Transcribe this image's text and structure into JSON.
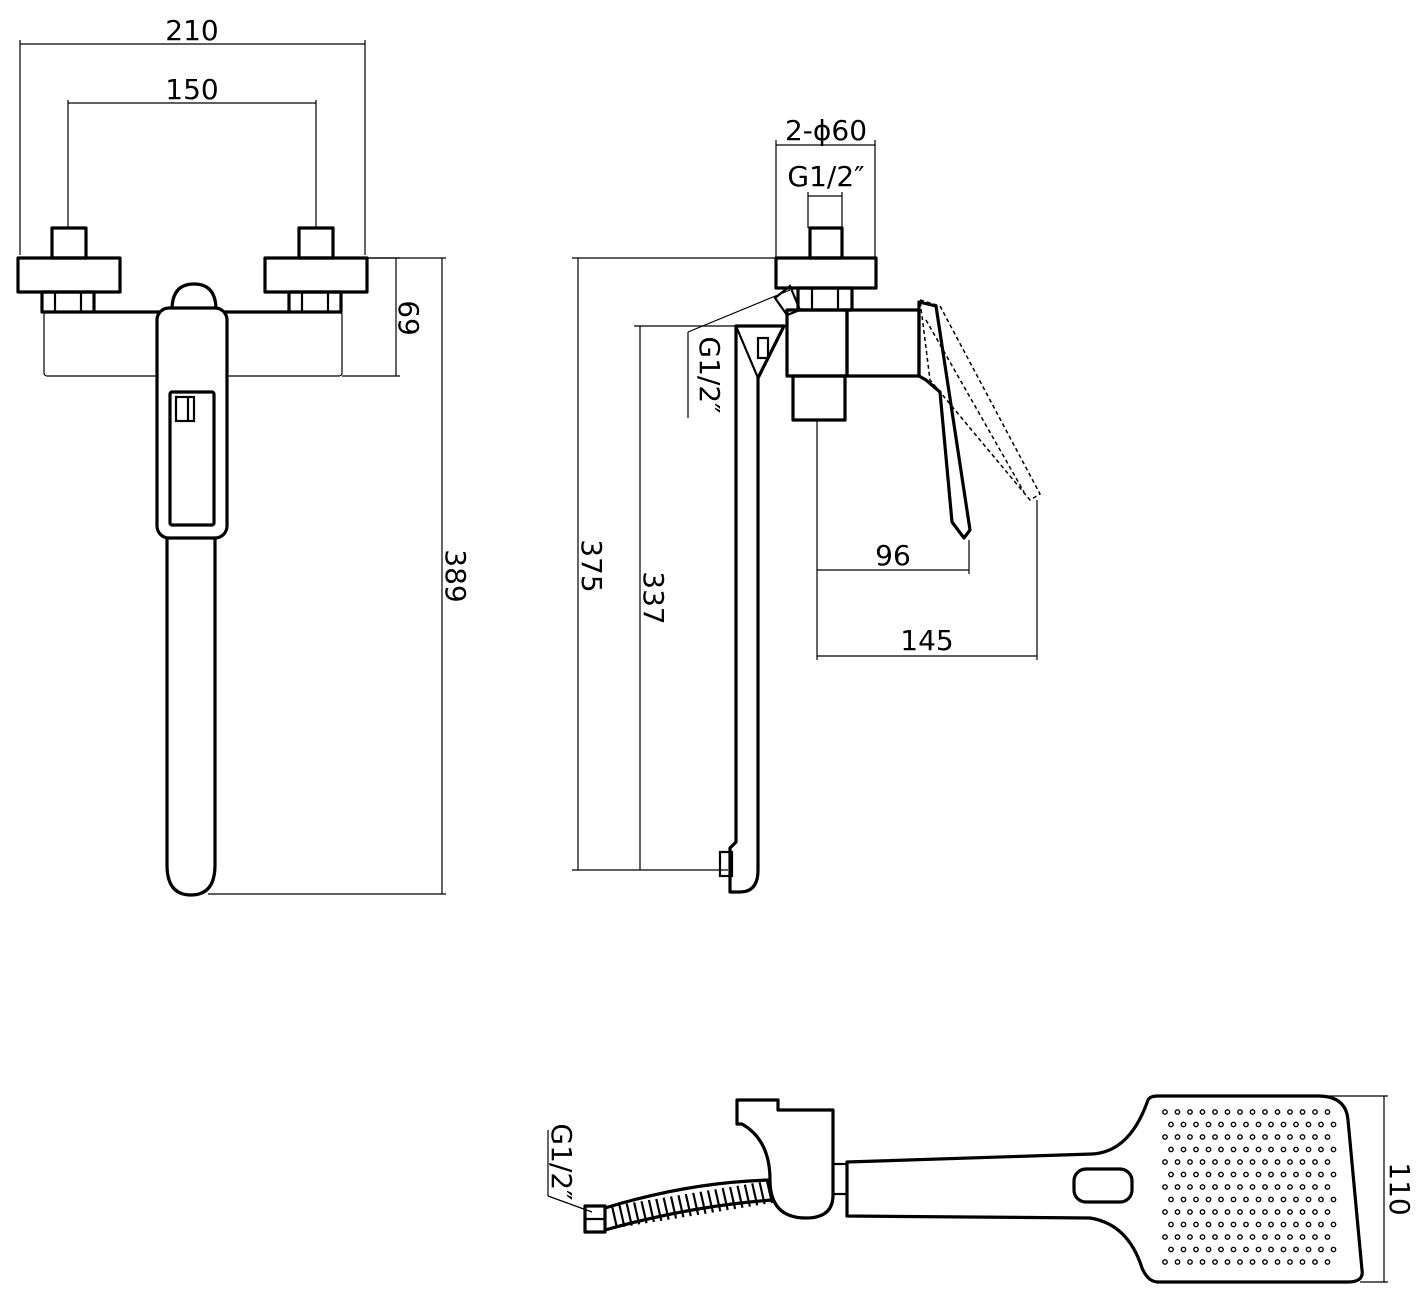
{
  "dimensions": {
    "front_width_total": "210",
    "front_pipe_spacing": "150",
    "front_body_height": "69",
    "front_total_height": "389",
    "side_inlet_diameter": "2-ϕ60",
    "side_inlet_thread": "G1/2″",
    "side_spout_thread": "G1/2″",
    "side_total_height": "375",
    "side_spout_height": "337",
    "side_handle_reach": "96",
    "side_handle_open_reach": "145",
    "shower_hose_thread": "G1/2″",
    "shower_head_width": "110"
  },
  "colors": {
    "line": "#000000",
    "background": "#ffffff"
  }
}
